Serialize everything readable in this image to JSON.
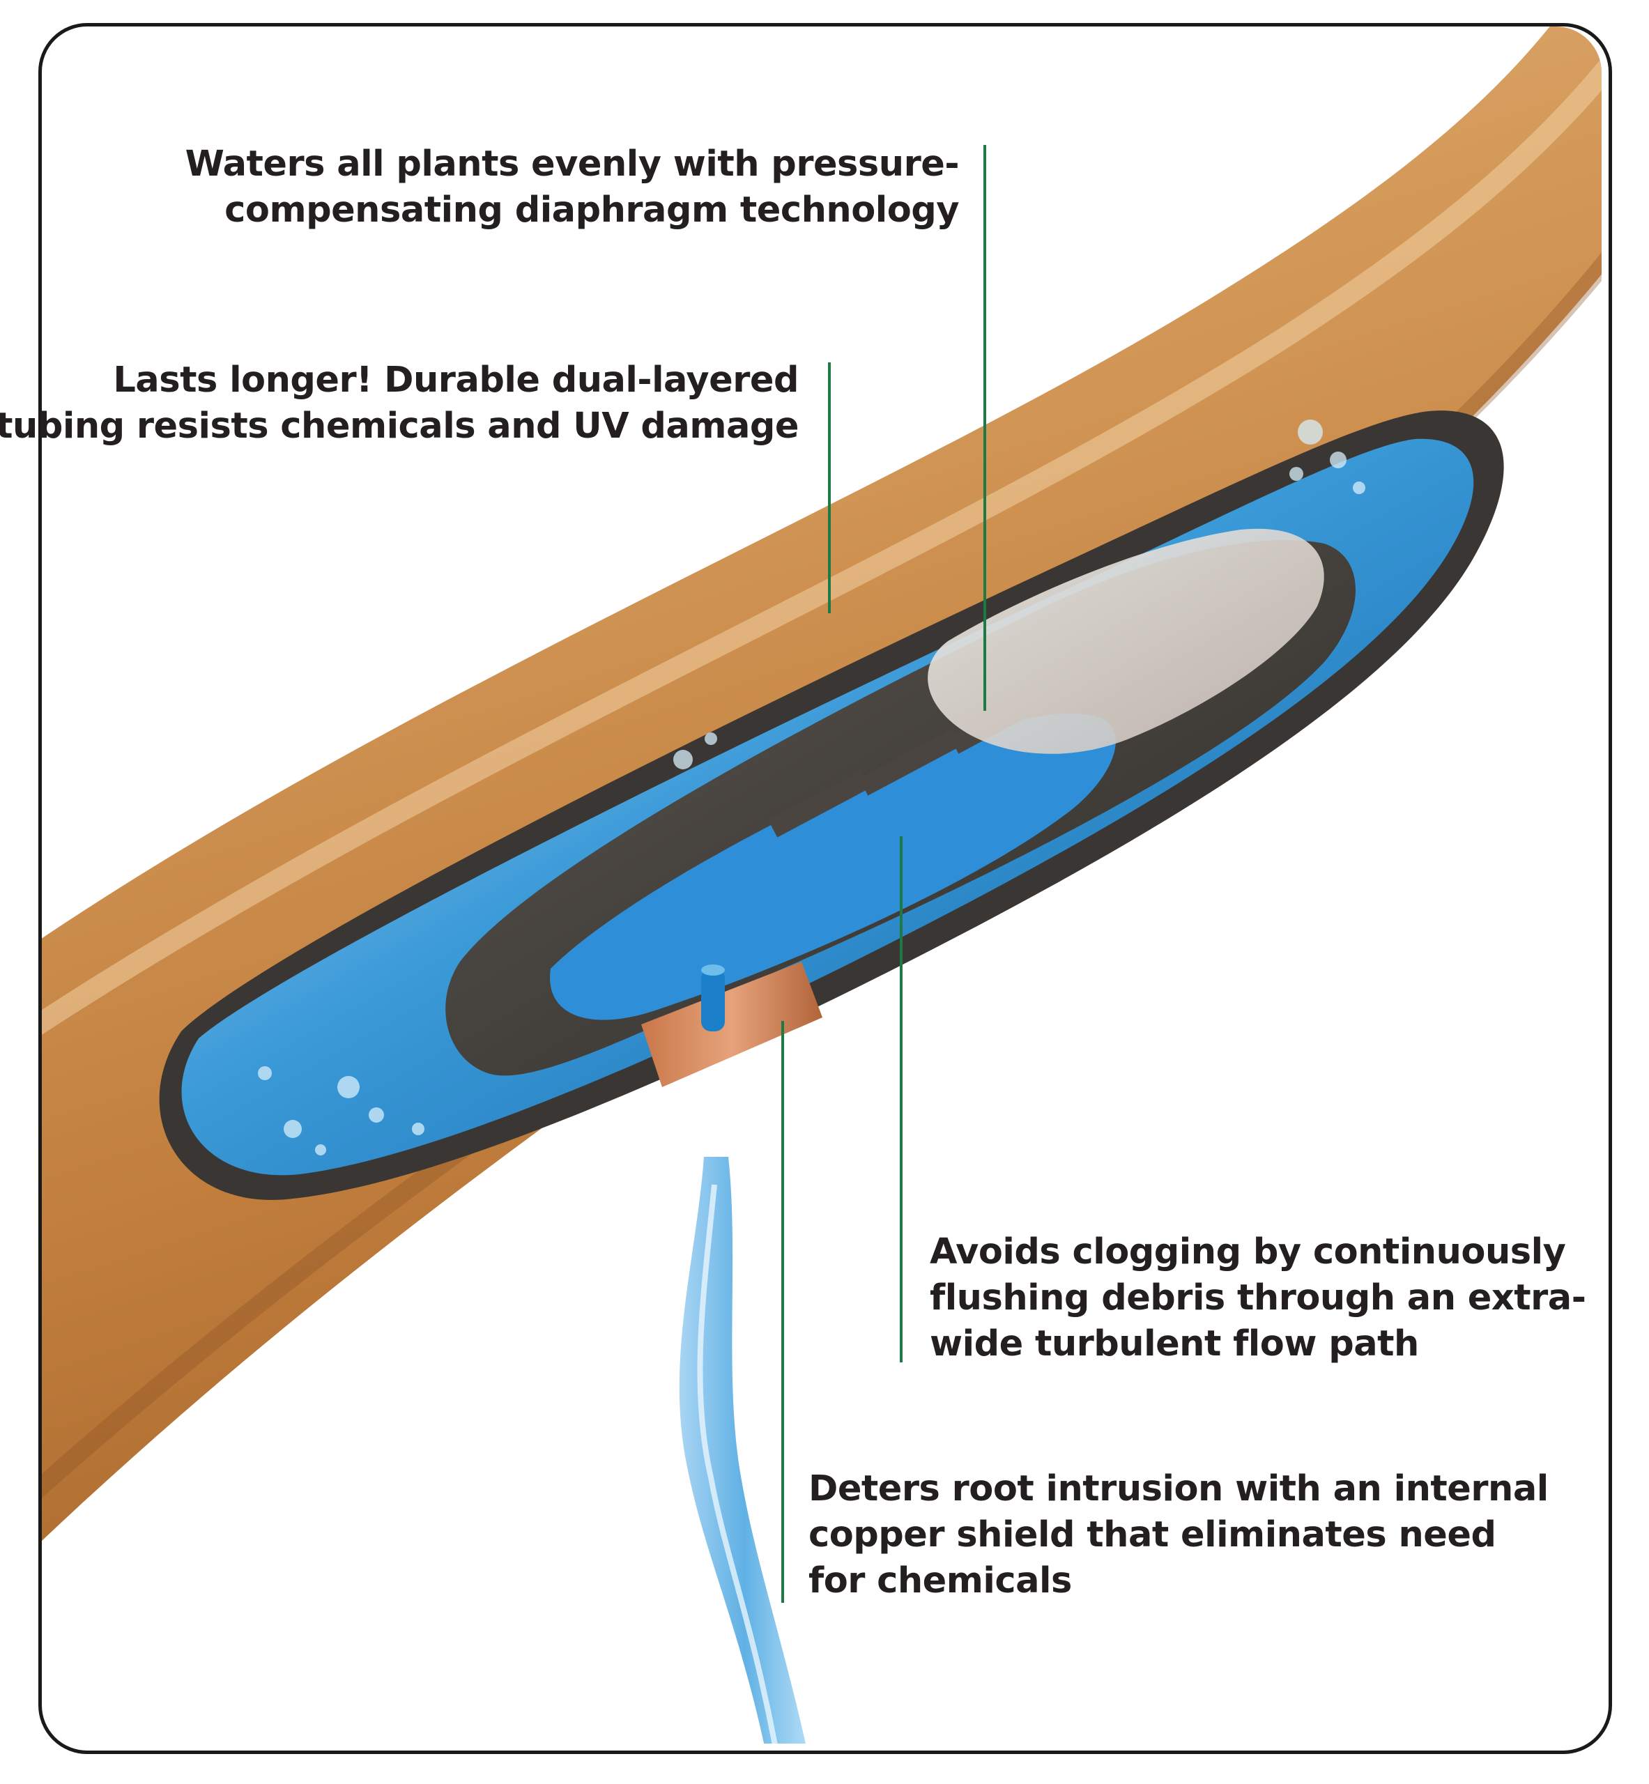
{
  "colors": {
    "tube_copper": "#c98a4a",
    "tube_shadow": "#8a5425",
    "water_blue": "#2a8fd4",
    "emitter_dark": "#3d3a37",
    "leader_line_green": "#1d7a45",
    "callout_text": "#231f20"
  },
  "callouts": [
    {
      "id": "pressure-compensating",
      "lines": [
        "Waters all plants evenly with pressure-",
        "compensating diaphragm technology"
      ]
    },
    {
      "id": "dual-layered-tubing",
      "lines": [
        "Lasts longer! Durable dual-layered",
        "tubing resists chemicals and UV damage"
      ]
    },
    {
      "id": "turbulent-flow-path",
      "lines": [
        "Avoids clogging by continuously",
        "flushing debris through an extra-",
        "wide turbulent flow path"
      ]
    },
    {
      "id": "copper-shield",
      "lines": [
        "Deters root intrusion with an internal",
        "copper shield that eliminates need",
        "for chemicals"
      ]
    }
  ]
}
